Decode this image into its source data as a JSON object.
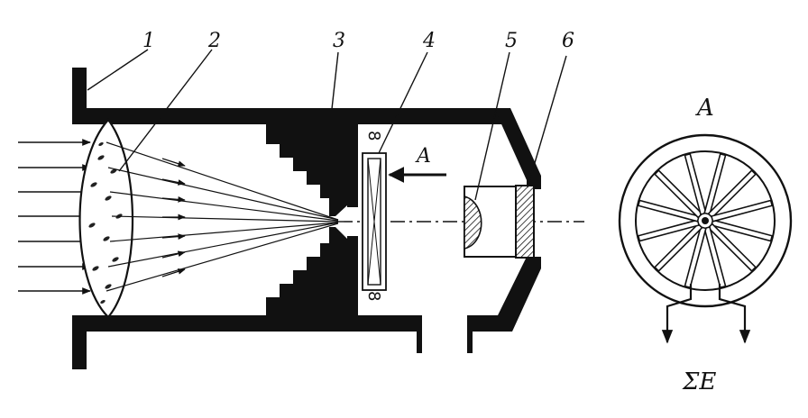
{
  "labels": {
    "callouts": [
      "1",
      "2",
      "3",
      "4",
      "5",
      "6"
    ],
    "arrow_label": "A",
    "view_label": "A",
    "output_label": "ΣE"
  },
  "colors": {
    "ink": "#111111",
    "background": "#ffffff"
  }
}
